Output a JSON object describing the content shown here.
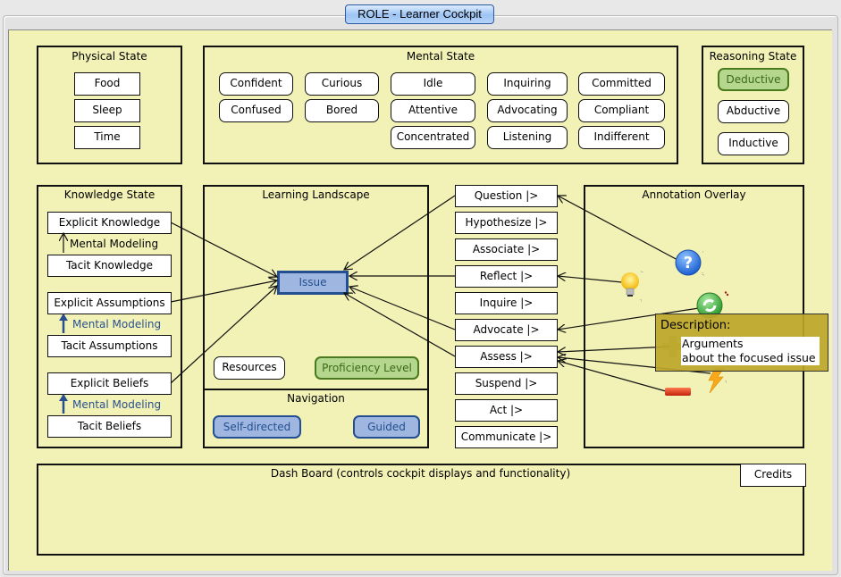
{
  "window": {
    "title": "ROLE - Learner Cockpit"
  },
  "physical_state": {
    "title": "Physical State",
    "items": [
      "Food",
      "Sleep",
      "Time"
    ]
  },
  "mental_state": {
    "title": "Mental State",
    "items": [
      "Confident",
      "Curious",
      "Idle",
      "Inquiring",
      "Committed",
      "Confused",
      "Bored",
      "Attentive",
      "Advocating",
      "Compliant",
      "Concentrated",
      "Listening",
      "Indifferent"
    ]
  },
  "reasoning_state": {
    "title": "Reasoning State",
    "items": [
      "Deductive",
      "Abductive",
      "Inductive"
    ],
    "selected": "Deductive"
  },
  "knowledge_state": {
    "title": "Knowledge State",
    "groups": [
      {
        "explicit": "Explicit Knowledge",
        "link": "Mental Modeling",
        "tacit": "Tacit Knowledge",
        "highlighted": false
      },
      {
        "explicit": "Explicit Assumptions",
        "link": "Mental Modeling",
        "tacit": "Tacit Assumptions",
        "highlighted": true
      },
      {
        "explicit": "Explicit Beliefs",
        "link": "Mental Modeling",
        "tacit": "Tacit Beliefs",
        "highlighted": true
      }
    ]
  },
  "learning_landscape": {
    "title": "Learning Landscape",
    "issue": "Issue",
    "resources": "Resources",
    "proficiency": "Proficiency Level"
  },
  "navigation": {
    "title": "Navigation",
    "self_directed": "Self-directed",
    "guided": "Guided"
  },
  "actions": [
    "Question |>",
    "Hypothesize |>",
    "Associate |>",
    "Reflect |>",
    "Inquire |>",
    "Advocate |>",
    "Assess |>",
    "Suspend |>",
    "Act |>",
    "Communicate |>"
  ],
  "annotation_overlay": {
    "title": "Annotation Overlay",
    "icons": [
      "question-icon",
      "lightbulb-icon",
      "refresh-icon",
      "plus-icon",
      "lightning-icon",
      "minus-icon"
    ],
    "tooltip": {
      "heading": "Description:",
      "line1": "Arguments",
      "line2": "about the focused issue"
    }
  },
  "dashboard": {
    "title": "Dash Board (controls cockpit displays and functionality)",
    "credits": "Credits"
  },
  "colors": {
    "background": "#f2f2b6",
    "selected_green": "#b5d68d",
    "nav_blue": "#9fb7e0",
    "tooltip": "#bda62a"
  }
}
